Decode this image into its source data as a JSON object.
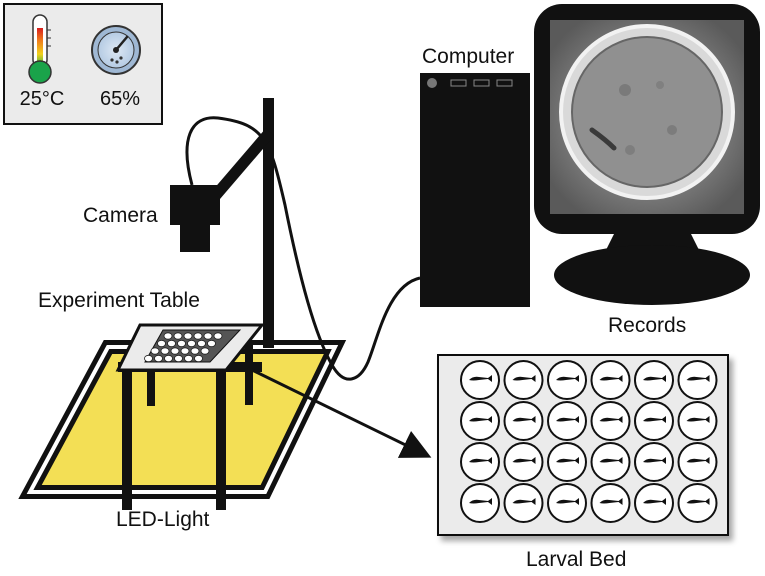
{
  "env_panel": {
    "temperature": "25°C",
    "humidity": "65%",
    "thermometer_icon": "thermometer-icon",
    "hygrometer_icon": "hygrometer-gauge-icon"
  },
  "labels": {
    "camera": "Camera",
    "computer": "Computer",
    "experiment_table": "Experiment Table",
    "led_light": "LED-Light",
    "records": "Records",
    "larval_bed": "Larval Bed"
  },
  "larval_bed": {
    "rows": 4,
    "cols": 6
  },
  "colors": {
    "led_yellow": "#f3df55",
    "panel_gray": "#ebebeb",
    "screen_gray": "#7d7d7d",
    "outline": "#111111"
  }
}
